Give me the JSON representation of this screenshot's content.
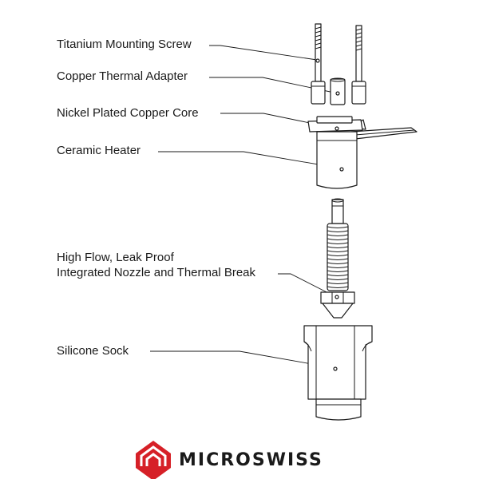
{
  "labels": {
    "screw": "Titanium Mounting Screw",
    "adapter": "Copper Thermal Adapter",
    "core": "Nickel Plated Copper Core",
    "heater": "Ceramic Heater",
    "nozzle_line1": "High Flow, Leak Proof",
    "nozzle_line2": "Integrated Nozzle and Thermal Break",
    "sock": "Silicone Sock"
  },
  "brand": {
    "name": "MICROSWISS",
    "logo_color": "#d62027"
  }
}
